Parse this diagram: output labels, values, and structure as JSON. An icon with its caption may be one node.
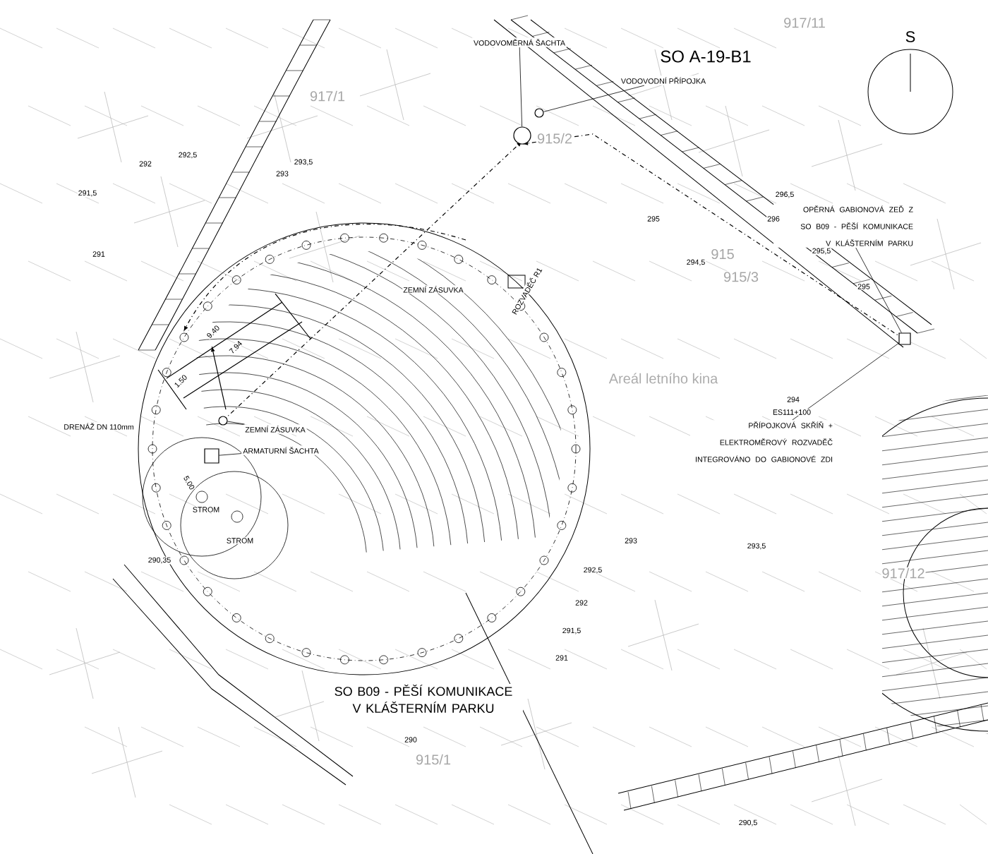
{
  "diagram": {
    "nodes": [
      {
        "text": [
          "VODOVOMĚRNÁ ŠACHTA"
        ]
      },
      {
        "text": [],
        "shape": "circle"
      },
      {
        "text": [
          "VODOVODNÍ PŘÍPOJKA"
        ]
      },
      {
        "text": [],
        "shape": "circle"
      },
      {
        "text": [
          "OPĚRNÁ GABIONOVÁ ZEĎ Z SO B09 - PĚŠÍ KOMUNIKACE V KLÁŠTERNÍM PARKU"
        ]
      },
      {
        "text": [],
        "shape": "box"
      },
      {
        "text": [
          "PŘÍPOJKOVÁ SKŘÍŇ + ELEKTROMĚROVÝ ROZVADĚČ INTEGROVÁNO DO GABIONOVÉ ZDI"
        ]
      },
      {
        "text": [
          "ZEMNÍ ZÁSUVKA"
        ]
      },
      {
        "text": [],
        "shape": "circle"
      },
      {
        "text": [
          "ARMATURNÍ ŠACHTA"
        ]
      },
      {
        "text": [],
        "shape": "box"
      }
    ],
    "edges": [
      {
        "from": 0,
        "to": 1,
        "arrow": "none"
      },
      {
        "from": 2,
        "to": 3,
        "arrow": "none"
      },
      {
        "from": 4,
        "to": 5,
        "arrow": "none"
      },
      {
        "from": 6,
        "to": 5,
        "arrow": "none"
      },
      {
        "from": 7,
        "to": 8,
        "arrow": "none"
      },
      {
        "from": 9,
        "to": 10,
        "arrow": "none"
      }
    ],
    "labels": [
      "SO A-19-B1",
      "917/11",
      "S",
      "917/1",
      "292,5",
      "292",
      "293,5",
      "293",
      "291,5",
      "291",
      "915/2",
      "296,5",
      "295",
      "296",
      "295,5",
      "ROZVADĚČ R1",
      "294,5",
      "915",
      "915/3",
      "ZEMNÍ ZÁSUVKA",
      "295",
      "9.40",
      "7.94",
      "1.50",
      "Areál letního kina",
      "294",
      "ES111+100",
      "DRENÁŽ DN 110mm",
      "5.00",
      "STROM",
      "STROM",
      "290,35",
      "293",
      "293,5",
      "917/12",
      "292,5",
      "292",
      "291,5",
      "291",
      "SO B09 - PĚŠÍ KOMUNIKACE V KLÁŠTERNÍM PARKU",
      "290",
      "915/1",
      "290,5"
    ]
  }
}
